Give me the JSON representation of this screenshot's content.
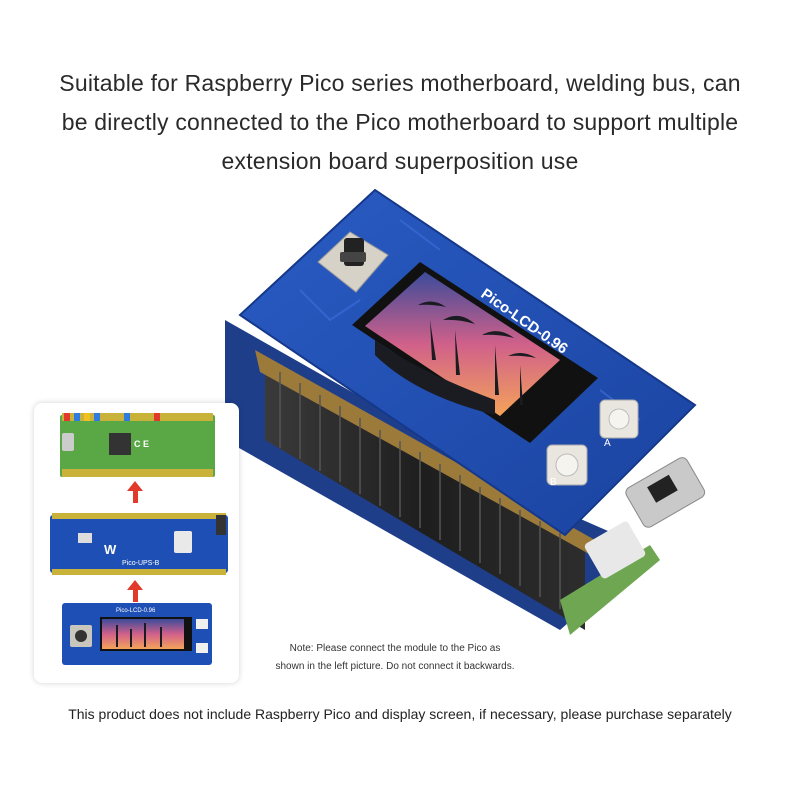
{
  "headline": {
    "line1": "Suitable for Raspberry Pico series motherboard, welding bus, can",
    "line2": "be directly connected to the Pico motherboard to support multiple",
    "line3": "extension board superposition use"
  },
  "product": {
    "board_label": "Pico-LCD-0.96",
    "button_a": "A",
    "button_b": "B"
  },
  "stack_diagram": {
    "ups_label": "Pico-UPS-B",
    "lcd_label": "Pico-LCD-0.96",
    "brand_mark": "W"
  },
  "note": {
    "line1": "Note: Please connect the module to the Pico as",
    "line2": "shown in the left picture. Do not connect it backwards."
  },
  "footnote": "This product does not include Raspberry Pico and display screen, if necessary, please purchase separately",
  "colors": {
    "board_blue": "#1e4fb5",
    "pico_green": "#5aa845",
    "arrow_red": "#e23a2a"
  }
}
